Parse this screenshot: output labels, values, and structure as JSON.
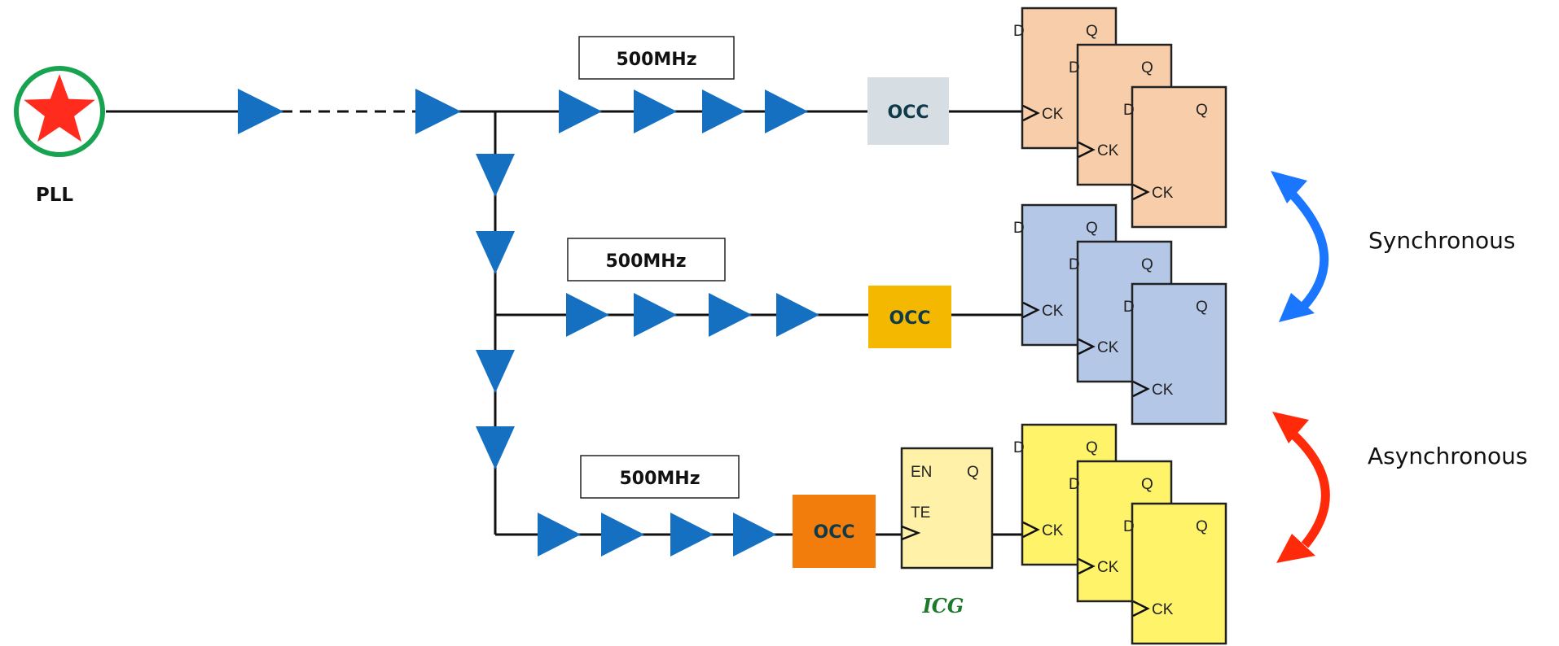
{
  "pll": {
    "label": "PLL"
  },
  "frequencies": [
    "500MHz",
    "500MHz",
    "500MHz"
  ],
  "occ": {
    "label": "OCC",
    "colors": [
      "#d6dde3",
      "#f5b800",
      "#f27d0c"
    ]
  },
  "icg": {
    "label": "ICG",
    "pins": {
      "en": "EN",
      "te": "TE",
      "q": "Q"
    }
  },
  "flop": {
    "pins": {
      "d": "D",
      "q": "Q",
      "ck": "CK"
    },
    "colors": [
      "#f8cdaa",
      "#b4c7e7",
      "#fff36a"
    ]
  },
  "relations": {
    "synchronous": "Synchronous",
    "asynchronous": "Asynchronous"
  },
  "colors": {
    "buffer": "#1570c2",
    "sync_arrow": "#1a75ff",
    "async_arrow": "#ff2a0a",
    "star": "#ff2b1c",
    "ring": "#18a350"
  }
}
